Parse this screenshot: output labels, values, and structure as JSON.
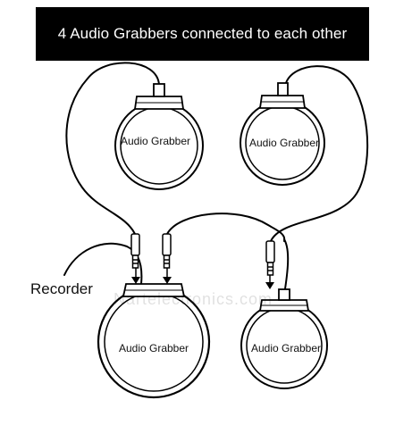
{
  "banner": {
    "title": "4 Audio Grabbers connected to each other"
  },
  "devices": [
    {
      "label": "Audio Grabber"
    },
    {
      "label": "Audio Grabber"
    },
    {
      "label": "Audio Grabber"
    },
    {
      "label": "Audio Grabber"
    }
  ],
  "recorder_label": "Recorder",
  "watermark": "Nartelectronics.com",
  "colors": {
    "banner_bg": "#000000",
    "banner_text": "#ffffff",
    "line": "#000000"
  }
}
